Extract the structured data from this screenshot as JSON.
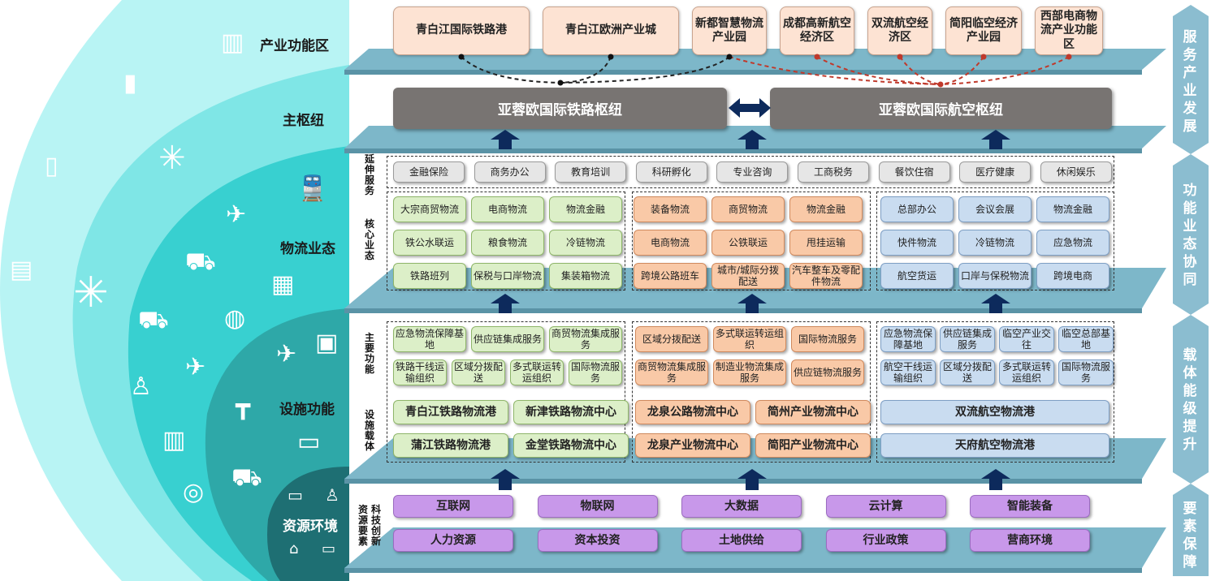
{
  "left_zones": {
    "industry": "产业功能区",
    "hub": "主枢纽",
    "logistics": "物流业态",
    "facility": "设施功能",
    "resource": "资源环境"
  },
  "top_nodes": [
    "青白江国际铁路港",
    "青白江欧洲产业城",
    "新都智慧物流产业园",
    "成都高新航空经济区",
    "双流航空经济区",
    "简阳临空经济产业园",
    "西部电商物流产业功能区"
  ],
  "hubs": {
    "rail": "亚蓉欧国际铁路枢纽",
    "air": "亚蓉欧国际航空枢纽"
  },
  "row_labels": {
    "extended": "延伸服务",
    "core": "核心业态",
    "main_func": "主要功能",
    "carrier": "设施载体",
    "resource": "资源要素",
    "tech": "科技创新"
  },
  "extended_services": [
    "金融保险",
    "商务办公",
    "教育培训",
    "科研孵化",
    "专业咨询",
    "工商税务",
    "餐饮住宿",
    "医疗健康",
    "休闲娱乐"
  ],
  "core": {
    "rail": [
      "大宗商贸物流",
      "电商物流",
      "物流金融",
      "铁公水联运",
      "粮食物流",
      "冷链物流",
      "铁路班列",
      "保税与口岸物流",
      "集装箱物流"
    ],
    "road": [
      "装备物流",
      "商贸物流",
      "物流金融",
      "电商物流",
      "公铁联运",
      "甩挂运输",
      "跨境公路班车",
      "城市/城际分拨配送",
      "汽车整车及零配件物流"
    ],
    "air": [
      "总部办公",
      "会议会展",
      "物流金融",
      "快件物流",
      "冷链物流",
      "应急物流",
      "航空货运",
      "口岸与保税物流",
      "跨境电商"
    ]
  },
  "functions": {
    "rail": [
      "应急物流保障基地",
      "供应链集成服务",
      "商贸物流集成服务",
      "铁路干线运输组织",
      "区域分拨配送",
      "多式联运转运组织",
      "国际物流服务"
    ],
    "road": [
      "区域分拨配送",
      "多式联运转运组织",
      "国际物流服务",
      "商贸物流集成服务",
      "制造业物流集成服务",
      "供应链物流服务"
    ],
    "air": [
      "应急物流保障基地",
      "供应链集成服务",
      "临空产业交往",
      "临空总部基地",
      "航空干线运输组织",
      "区域分拨配送",
      "多式联运转运组织",
      "国际物流服务"
    ]
  },
  "carriers": {
    "rail": [
      "青白江铁路物流港",
      "新津铁路物流中心",
      "蒲江铁路物流港",
      "金堂铁路物流中心"
    ],
    "road": [
      "龙泉公路物流中心",
      "简州产业物流中心",
      "龙泉产业物流中心",
      "简阳产业物流中心"
    ],
    "air": [
      "双流航空物流港",
      "天府航空物流港"
    ]
  },
  "tech": [
    "互联网",
    "物联网",
    "大数据",
    "云计算",
    "智能装备"
  ],
  "resources": [
    "人力资源",
    "资本投资",
    "土地供给",
    "行业政策",
    "营商环境"
  ],
  "right_column": [
    "服务产业发展",
    "功能业态协同",
    "载体能级提升",
    "要素保障"
  ],
  "colors": {
    "plane": "#7db7c9",
    "arrow": "#0d2a5c",
    "hub": "#787472",
    "right": "#8bbdd0"
  }
}
